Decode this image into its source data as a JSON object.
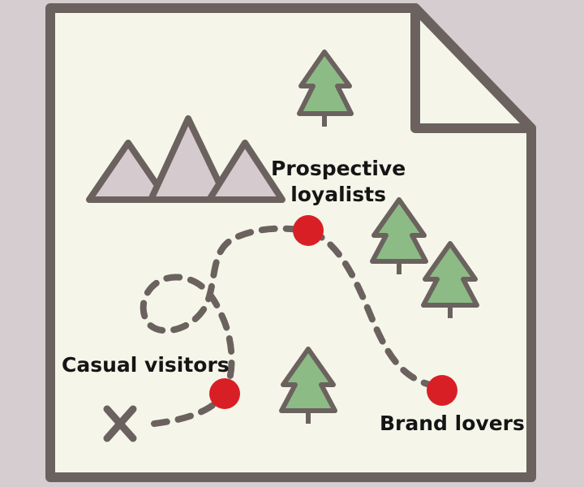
{
  "colors": {
    "background": "#d6cdd0",
    "paper": "#f5f6e9",
    "outline": "#6b625f",
    "mountain_fill": "#d5cace",
    "tree_fill": "#8dbb85",
    "stop_marker": "#d91f26",
    "label_text": "#151515"
  },
  "icons": {
    "mountains": "mountain-range-icon",
    "trees": "pine-tree-icon",
    "start": "x-mark-icon",
    "stop": "red-dot-icon"
  },
  "stops": [
    {
      "id": "casual",
      "label_lines": [
        "Casual visitors"
      ]
    },
    {
      "id": "prospective",
      "label_lines": [
        "Prospective",
        "loyalists"
      ]
    },
    {
      "id": "brand",
      "label_lines": [
        "Brand lovers"
      ]
    }
  ]
}
